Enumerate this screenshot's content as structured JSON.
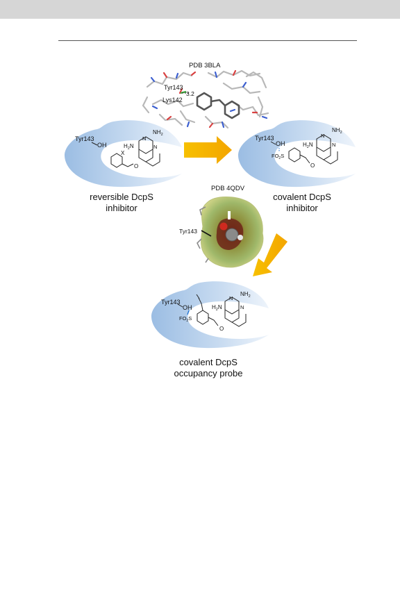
{
  "figure": {
    "pdb_top": "PDB 3BLA",
    "pdb_mid": "PDB 4QDV",
    "residues": {
      "tyr": "Tyr143",
      "lys": "Lys142",
      "distance": "3.2"
    },
    "labels": {
      "oh": "OH",
      "nh2": "NH",
      "h2n": "H",
      "x": "X",
      "fo2s": "FO",
      "s": "S",
      "n": "N",
      "o": "O",
      "sub2": "2"
    },
    "captions": {
      "reversible": "reversible DcpS\ninhibitor",
      "covalent_inhibitor": "covalent DcpS\ninhibitor",
      "probe": "covalent DcpS\noccupancy probe"
    }
  }
}
